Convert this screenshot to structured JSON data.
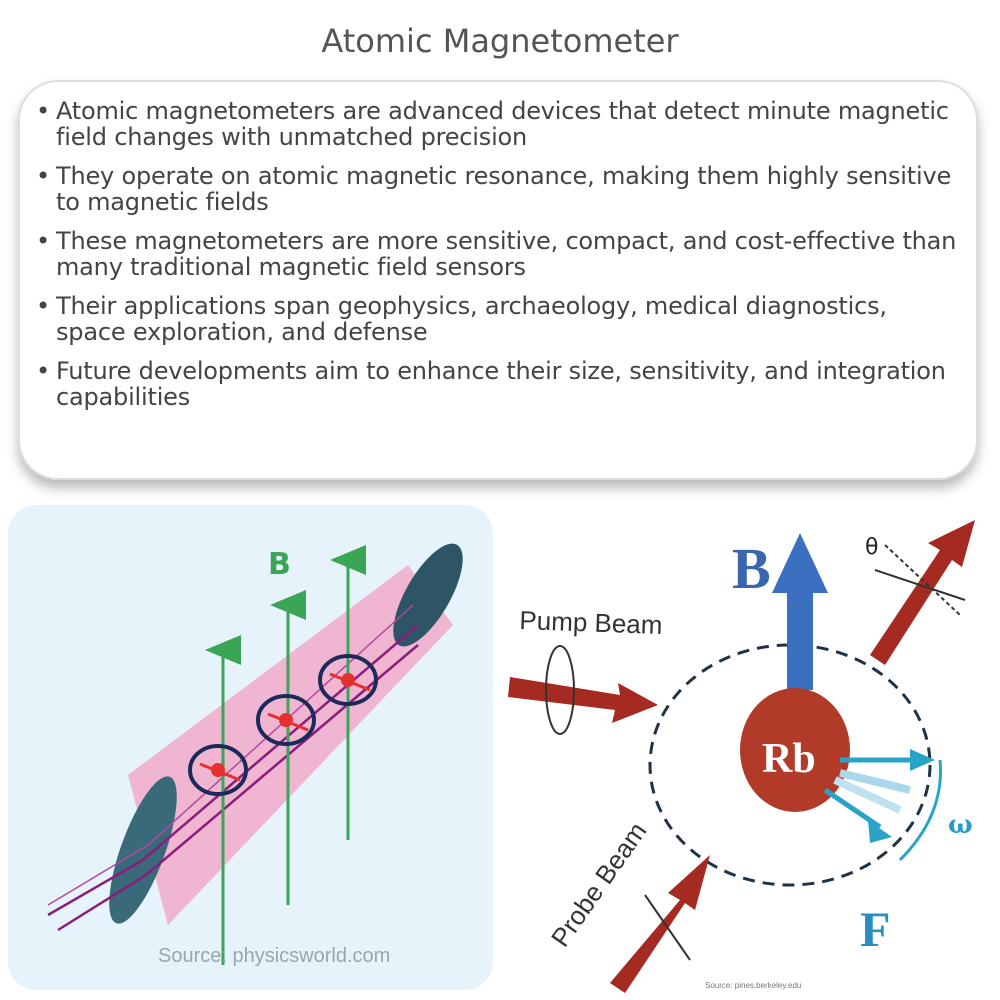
{
  "title": "Atomic Magnetometer",
  "bullets": [
    "Atomic magnetometers are advanced devices that detect minute magnetic field changes with unmatched precision",
    "They operate on atomic magnetic resonance, making them highly sensitive to magnetic fields",
    "These magnetometers are more sensitive, compact, and cost-effective than many traditional magnetic field sensors",
    "Their applications span geophysics, archaeology, medical diagnostics, space exploration, and defense",
    "Future developments aim to enhance their size, sensitivity, and integration capabilities"
  ],
  "left_diagram": {
    "field_label": "B",
    "source": "Source: physicsworld.com",
    "colors": {
      "background": "#e6f3fb",
      "cell": "#f1a9c9",
      "field_arrow": "#3aa655",
      "beam": "#8a1c7c",
      "atom": "#e53030"
    }
  },
  "right_diagram": {
    "field_label": "B",
    "atom_label": "Rb",
    "pump_label": "Pump Beam",
    "probe_label": "Probe Beam",
    "spin_label": "F",
    "precession_label": "ω",
    "angle_label": "θ",
    "source": "Source: pines.berkeley.edu",
    "colors": {
      "beam": "#a42a22",
      "field_arrow": "#3b6fbf",
      "atom": "#b23a28",
      "spin": "#2aa3c8"
    }
  }
}
